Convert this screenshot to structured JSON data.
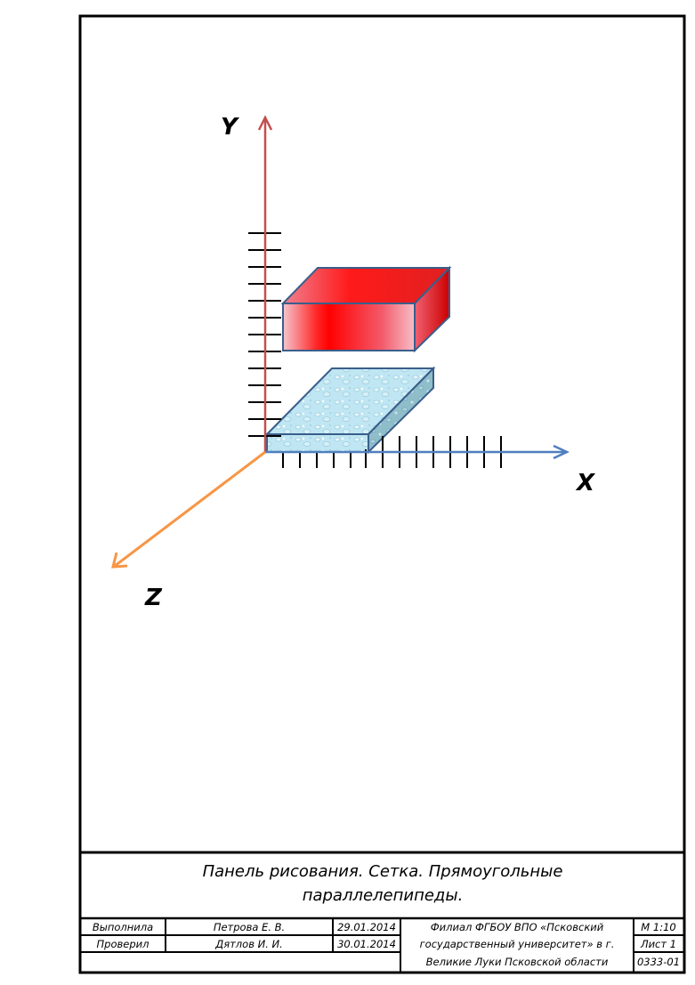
{
  "axes": {
    "x_label": "X",
    "y_label": "Y",
    "z_label": "Z",
    "x_color": "#4f7fbf",
    "y_color": "#c0504d",
    "z_color": "#f79646"
  },
  "objects": {
    "red_box_color": "#ff0000",
    "blue_slab_color": "#bfe6f2",
    "edge_color": "#3b5e8c"
  },
  "title_block": {
    "title_line1": "Панель рисования. Сетка. Прямоугольные",
    "title_line2": "параллелепипеды.",
    "row1_role": "Выполнила",
    "row1_name": "Петрова Е. В.",
    "row1_date": "29.01.2014",
    "row2_role": "Проверил",
    "row2_name": "Дятлов И. И.",
    "row2_date": "30.01.2014",
    "org_line1": "Филиал ФГБОУ ВПО «Псковский",
    "org_line2": "государственный университет» в г.",
    "org_line3": "Великие Луки Псковской области",
    "scale": "М 1:10",
    "sheet": "Лист 1",
    "code": "0333-01"
  }
}
